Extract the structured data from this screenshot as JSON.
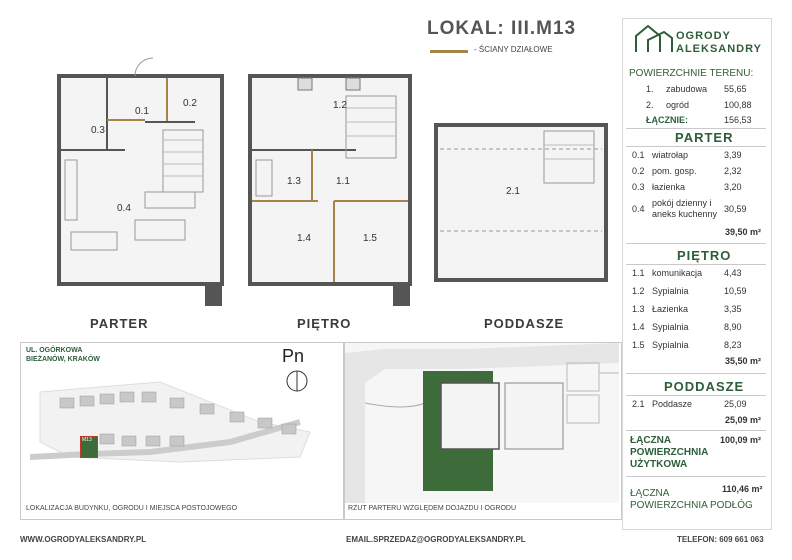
{
  "header": {
    "title": "LOKAL: III.M13",
    "legend_label": "- ŚCIANY DZIAŁOWE",
    "legend_color": "#a4844a"
  },
  "logo": {
    "line1": "OGRODY",
    "line2": "ALEKSANDRY"
  },
  "plans": {
    "parter": {
      "label": "PARTER",
      "rooms": [
        "0.1",
        "0.2",
        "0.3",
        "0.4"
      ]
    },
    "pietro": {
      "label": "PIĘTRO",
      "rooms": [
        "1.2",
        "1.3",
        "1.1",
        "1.4",
        "1.5"
      ]
    },
    "poddasze": {
      "label": "PODDASZE",
      "rooms": [
        "2.1"
      ]
    }
  },
  "terrain": {
    "title": "POWIERZCHNIE TERENU:",
    "rows": [
      {
        "no": "1.",
        "name": "zabudowa",
        "value": "55,65"
      },
      {
        "no": "2.",
        "name": "ogród",
        "value": "100,88"
      }
    ],
    "total_label": "ŁĄCZNIE:",
    "total": "156,53"
  },
  "parter": {
    "title": "PARTER",
    "rows": [
      {
        "no": "0.1",
        "name": "wiatrołap",
        "value": "3,39"
      },
      {
        "no": "0.2",
        "name": "pom. gosp.",
        "value": "2,32"
      },
      {
        "no": "0.3",
        "name": "łazienka",
        "value": "3,20"
      },
      {
        "no": "0.4",
        "name": "pokój dzienny i",
        "name2": "aneks kuchenny",
        "value": "30,59"
      }
    ],
    "sum": "39,50 m²"
  },
  "pietro": {
    "title": "PIĘTRO",
    "rows": [
      {
        "no": "1.1",
        "name": "komunikacja",
        "value": "4,43"
      },
      {
        "no": "1.2",
        "name": "Sypialnia",
        "value": "10,59"
      },
      {
        "no": "1.3",
        "name": "Łazienka",
        "value": "3,35"
      },
      {
        "no": "1.4",
        "name": "Sypialnia",
        "value": "8,90"
      },
      {
        "no": "1.5",
        "name": "Sypialnia",
        "value": "8,23"
      }
    ],
    "sum": "35,50 m²"
  },
  "poddasze": {
    "title": "PODDASZE",
    "rows": [
      {
        "no": "2.1",
        "name": "Poddasze",
        "value": "25,09"
      }
    ],
    "sum": "25,09 m²"
  },
  "usable": {
    "line1": "ŁĄCZNA",
    "line2": "POWIERZCHNIA",
    "line3": "UŻYTKOWA",
    "value": "100,09 m²"
  },
  "floor": {
    "line1": "ŁĄCZNA",
    "line2": "POWIERZCHNIA PODŁÓG",
    "value": "110,46 m²"
  },
  "location": {
    "address1": "UL. OGÓRKOWA",
    "address2": "BIEŻANÓW, KRAKÓW",
    "north": "Pn",
    "unit_tag": "M13",
    "caption": "LOKALIZACJA BUDYNKU, OGRODU I MIEJSCA POSTOJOWEGO"
  },
  "site": {
    "caption": "RZUT PARTERU WZGLĘDEM DOJAZDU I OGRODU",
    "garden_color": "#3d6b3a"
  },
  "footer": {
    "website": "WWW.OGRODYALEKSANDRY.PL",
    "email": "EMAIL.SPRZEDAZ@OGRODYALEKSANDRY.PL",
    "phone": "TELEFON: 609 661 063"
  }
}
